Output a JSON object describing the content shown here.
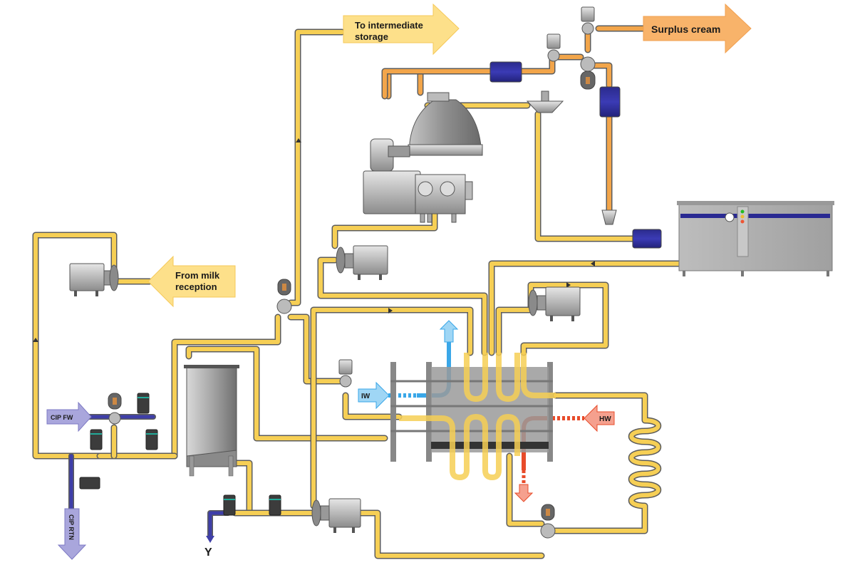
{
  "diagram": {
    "title": "Milk separation process line",
    "flow_labels": {
      "to_intermediate_storage": [
        "To intermediate",
        "storage"
      ],
      "surplus_cream": "Surplus cream",
      "from_milk_reception": [
        "From milk",
        "reception"
      ],
      "cip_fw": "CIP FW",
      "cip_rtn": "CIP RTN",
      "iw": "IW",
      "hw": "HW",
      "drain": "Y"
    },
    "colors": {
      "product_pipe": "#f6cf55",
      "cream_pipe": "#f2a54a",
      "cip_pipe": "#3f3fa8",
      "ice_water": "#3aa7e8",
      "hot_water": "#e84b2a",
      "storage_arrow": "#fde08a",
      "cream_arrow": "#f8b36a",
      "cip_arrow": "#a9a6dc",
      "iw_arrow": "#9fd6f5",
      "hw_arrow": "#f5a08e"
    },
    "equipment": [
      "balance-tank",
      "feed-pump",
      "booster-pump",
      "separator",
      "plate-heat-exchanger",
      "holding-tube",
      "cream-flow-meter",
      "control-panel"
    ]
  }
}
